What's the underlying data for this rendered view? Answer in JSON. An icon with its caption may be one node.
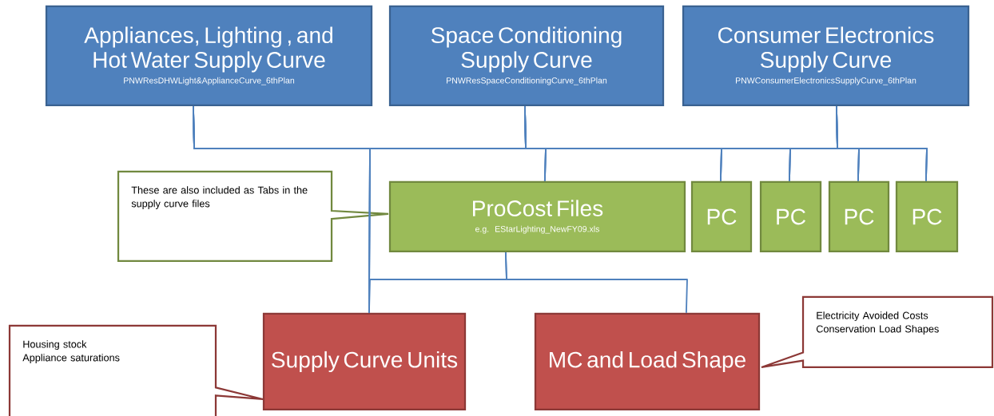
{
  "diagram": {
    "nodes": [
      {
        "text": [
          "Appliances, Lighting , and Hot Water Supply Curve",
          "PNWResDHWLight&ApplianceCurve_6thPlan"
        ]
      },
      {
        "text": [
          "Space Conditioning Supply Curve",
          "PNWResSpaceConditioningCurve_6thPlan"
        ]
      },
      {
        "text": [
          "Consumer Electronics Supply Curve",
          "PNWConsumerElectronicsSupplyCurve_6thPlan"
        ]
      },
      {
        "text": [
          "These are also included as Tabs in the supply curve files"
        ]
      },
      {
        "text": [
          "ProCost Files",
          "e.g. EStarLighting_NewFY09.xls"
        ]
      },
      {
        "text": [
          "PC"
        ]
      },
      {
        "text": [
          "PC"
        ]
      },
      {
        "text": [
          "PC"
        ]
      },
      {
        "text": [
          "PC"
        ]
      },
      {
        "text": [
          "Housing stock",
          "Appliance saturations"
        ]
      },
      {
        "text": [
          "Supply Curve Units"
        ]
      },
      {
        "text": [
          "MC and Load Shape"
        ]
      },
      {
        "text": [
          "Electricity Avoided Costs",
          "Conservation Load Shapes"
        ]
      }
    ],
    "edges": [
      {
        "from": 0,
        "to": 4,
        "arrow": "none"
      },
      {
        "from": 0,
        "to": 5,
        "arrow": "none"
      },
      {
        "from": 0,
        "to": 6,
        "arrow": "none"
      },
      {
        "from": 0,
        "to": 7,
        "arrow": "none"
      },
      {
        "from": 0,
        "to": 8,
        "arrow": "none"
      },
      {
        "from": 0,
        "to": 10,
        "arrow": "none"
      },
      {
        "from": 1,
        "to": 4,
        "arrow": "none"
      },
      {
        "from": 1,
        "to": 5,
        "arrow": "none"
      },
      {
        "from": 1,
        "to": 6,
        "arrow": "none"
      },
      {
        "from": 1,
        "to": 7,
        "arrow": "none"
      },
      {
        "from": 1,
        "to": 8,
        "arrow": "none"
      },
      {
        "from": 1,
        "to": 10,
        "arrow": "none"
      },
      {
        "from": 2,
        "to": 4,
        "arrow": "none"
      },
      {
        "from": 2,
        "to": 5,
        "arrow": "none"
      },
      {
        "from": 2,
        "to": 6,
        "arrow": "none"
      },
      {
        "from": 2,
        "to": 7,
        "arrow": "none"
      },
      {
        "from": 2,
        "to": 8,
        "arrow": "none"
      },
      {
        "from": 2,
        "to": 10,
        "arrow": "none"
      },
      {
        "from": 4,
        "to": 10,
        "arrow": "none"
      },
      {
        "from": 4,
        "to": 11,
        "arrow": "none"
      }
    ]
  }
}
